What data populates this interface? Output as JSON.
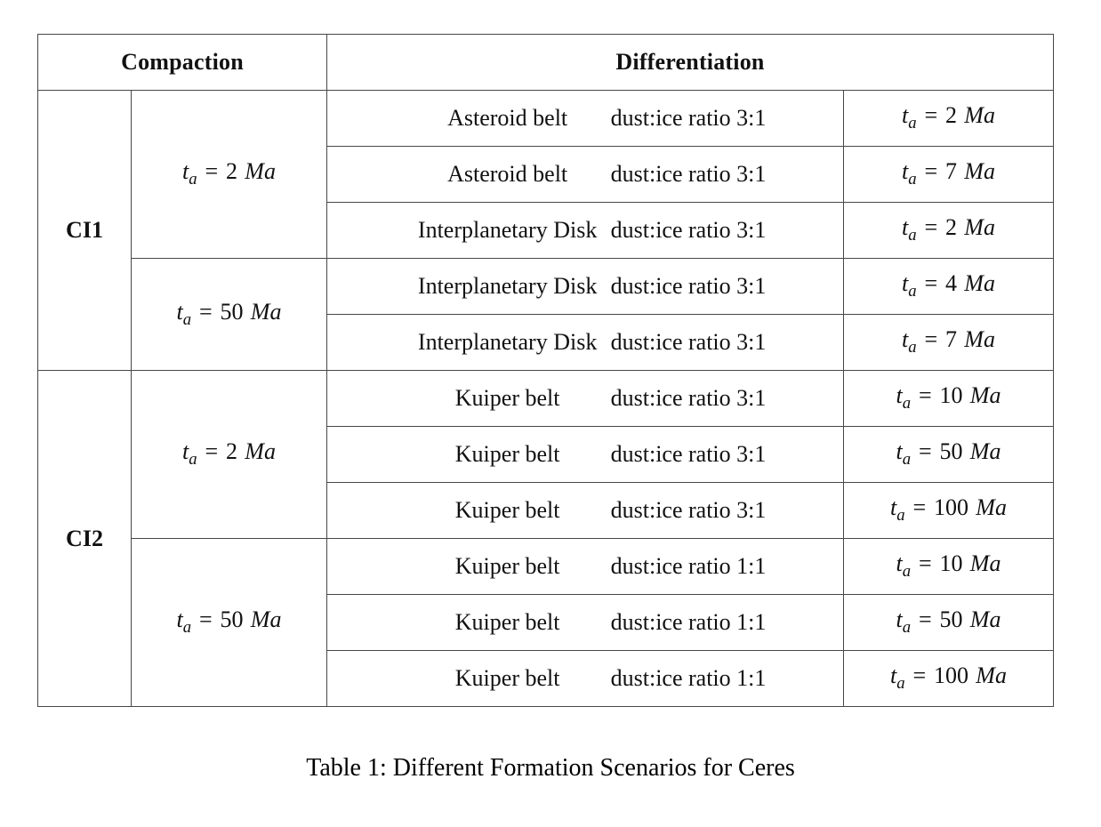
{
  "colors": {
    "background": "#ffffff",
    "border": "#474747",
    "text": "#111111"
  },
  "math": {
    "var": "t",
    "sub": "a",
    "equals": "="
  },
  "table": {
    "header": {
      "compaction": "Compaction",
      "differentiation": "Differentiation"
    },
    "groups": [
      {
        "label": "CI1",
        "ta_2": {
          "value": "2",
          "unit": "Ma"
        },
        "ta_50": {
          "value": "50",
          "unit": "Ma"
        }
      },
      {
        "label": "CI2",
        "ta_2": {
          "value": "2",
          "unit": "Ma"
        },
        "ta_50": {
          "value": "50",
          "unit": "Ma"
        }
      }
    ],
    "rows": [
      {
        "location": "Asteroid belt",
        "ratio": "dust:ice ratio 3:1",
        "ta": {
          "value": "2",
          "unit": "Ma"
        }
      },
      {
        "location": "Asteroid belt",
        "ratio": "dust:ice ratio 3:1",
        "ta": {
          "value": "7",
          "unit": "Ma"
        }
      },
      {
        "location": "Interplanetary Disk",
        "ratio": "dust:ice ratio 3:1",
        "ta": {
          "value": "2",
          "unit": "Ma"
        }
      },
      {
        "location": "Interplanetary Disk",
        "ratio": "dust:ice ratio 3:1",
        "ta": {
          "value": "4",
          "unit": "Ma"
        }
      },
      {
        "location": "Interplanetary Disk",
        "ratio": "dust:ice ratio 3:1",
        "ta": {
          "value": "7",
          "unit": "Ma"
        }
      },
      {
        "location": "Kuiper belt",
        "ratio": "dust:ice ratio 3:1",
        "ta": {
          "value": "10",
          "unit": "Ma"
        }
      },
      {
        "location": "Kuiper belt",
        "ratio": "dust:ice ratio 3:1",
        "ta": {
          "value": "50",
          "unit": "Ma"
        }
      },
      {
        "location": "Kuiper belt",
        "ratio": "dust:ice ratio 3:1",
        "ta": {
          "value": "100",
          "unit": "Ma"
        }
      },
      {
        "location": "Kuiper belt",
        "ratio": "dust:ice ratio 1:1",
        "ta": {
          "value": "10",
          "unit": "Ma"
        }
      },
      {
        "location": "Kuiper belt",
        "ratio": "dust:ice ratio 1:1",
        "ta": {
          "value": "50",
          "unit": "Ma"
        }
      },
      {
        "location": "Kuiper belt",
        "ratio": "dust:ice ratio 1:1",
        "ta": {
          "value": "100",
          "unit": "Ma"
        }
      }
    ]
  },
  "caption": "Table 1: Different Formation Scenarios for Ceres"
}
